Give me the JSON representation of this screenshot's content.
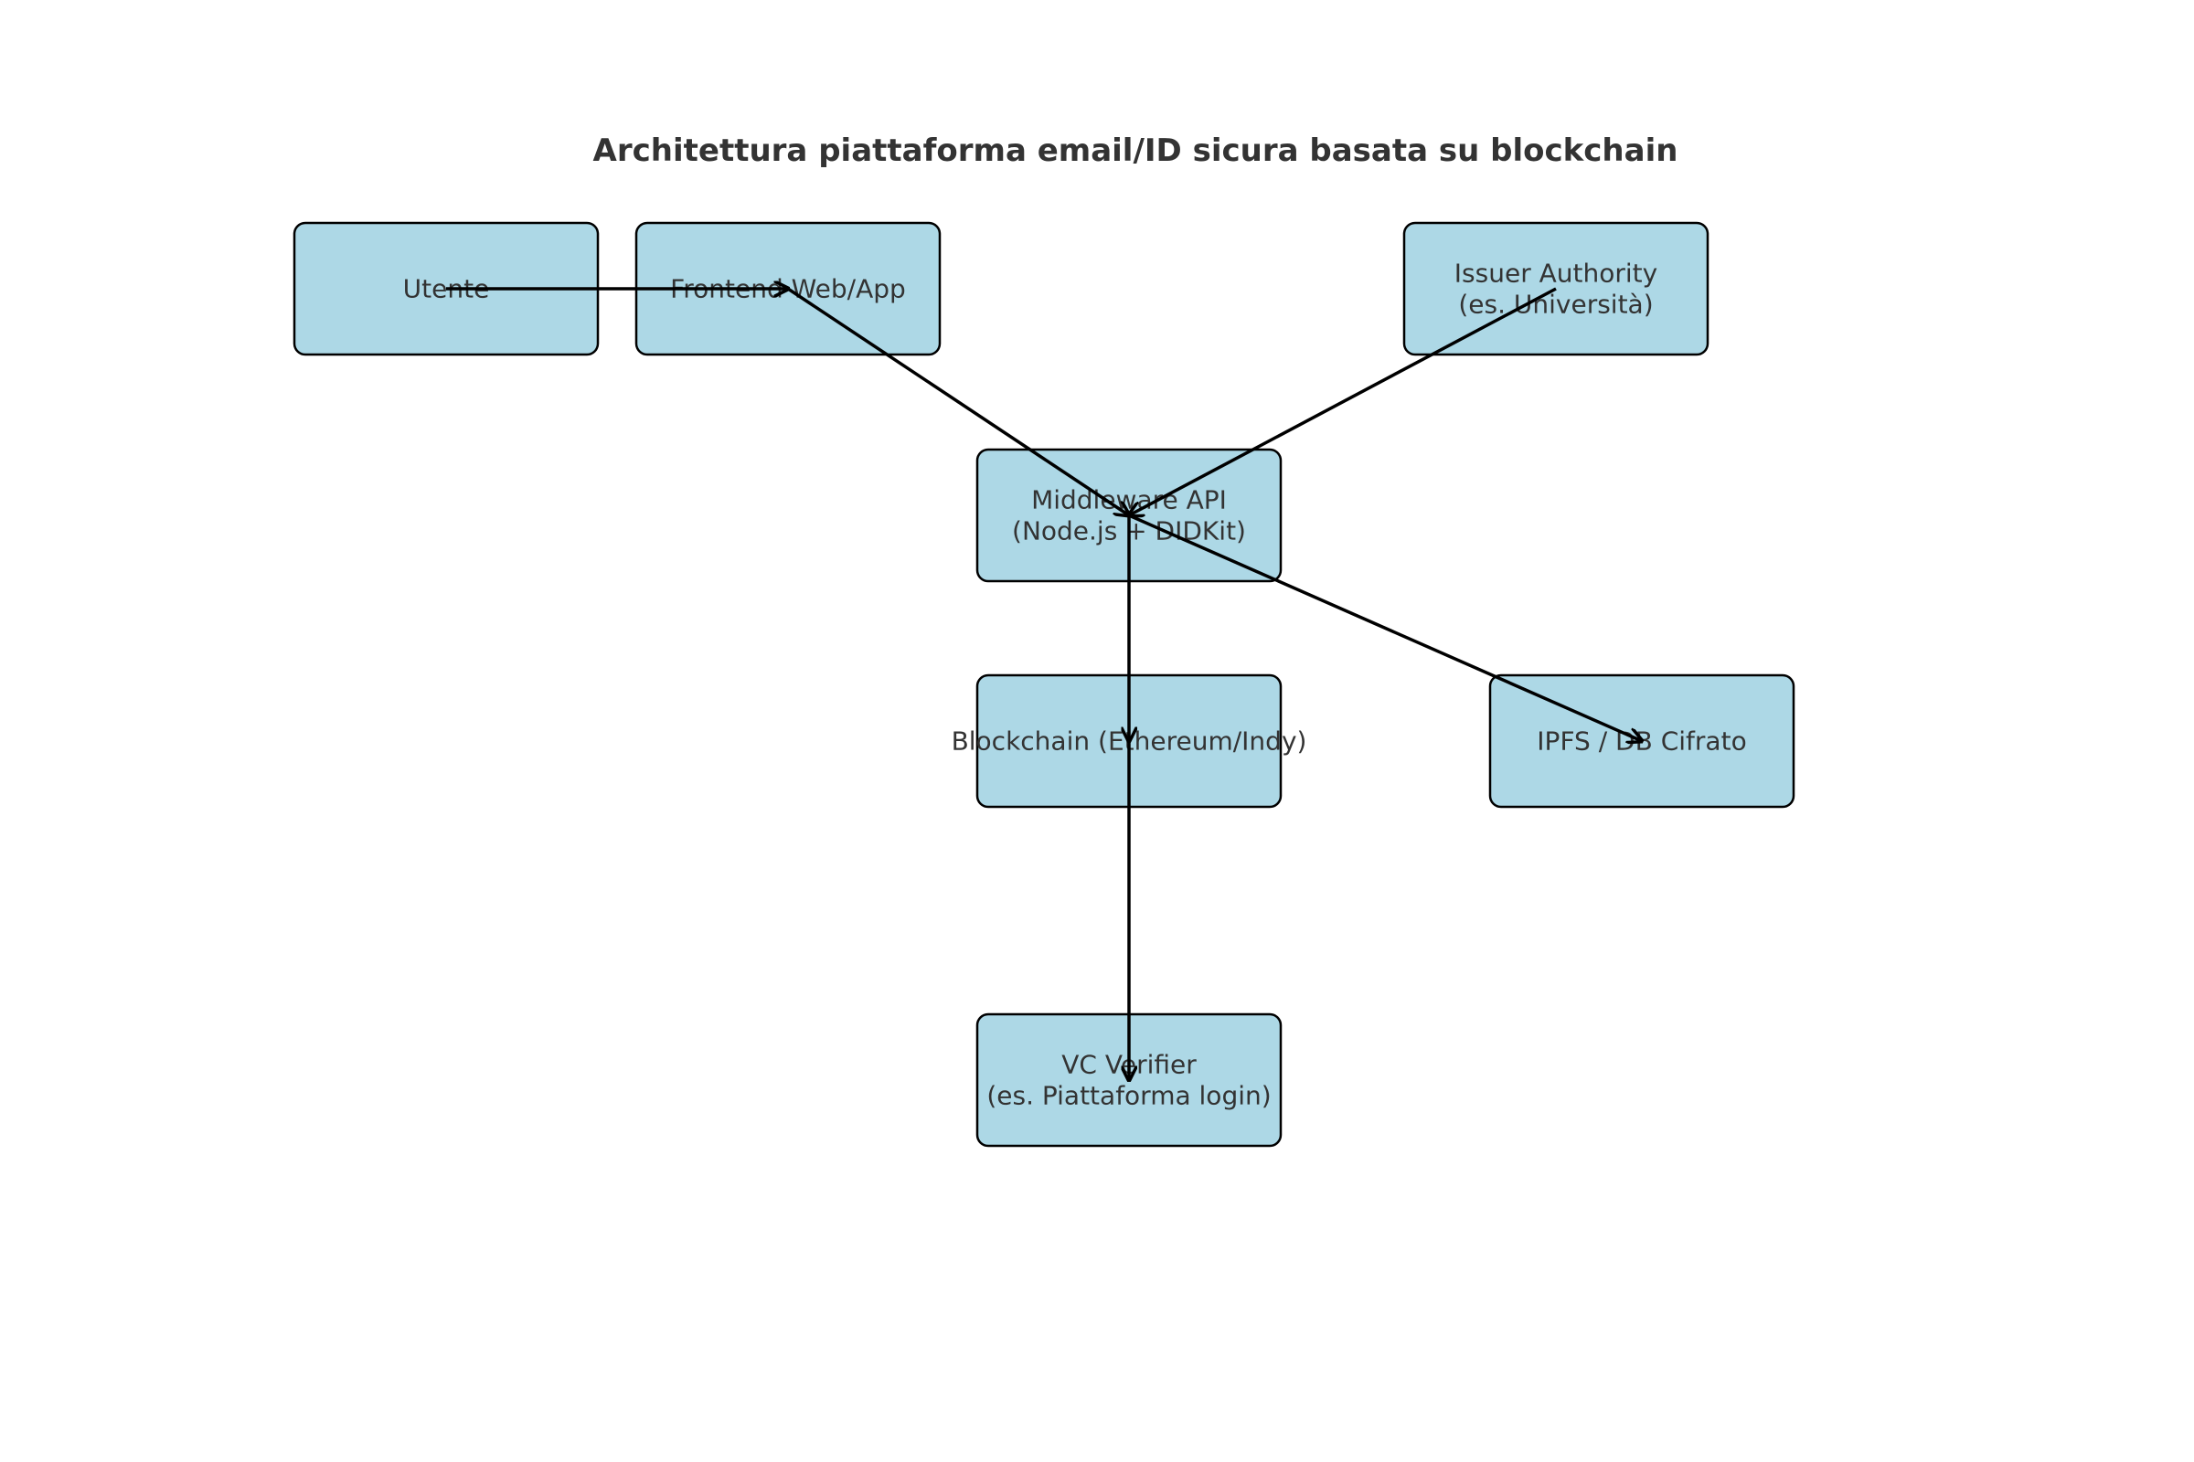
{
  "title": "Architettura piattaforma email/ID sicura basata su blockchain",
  "colors": {
    "node_fill": "#add8e6",
    "node_border": "#000000",
    "text": "#333333",
    "arrow": "#000000"
  },
  "nodes": [
    {
      "id": "utente",
      "lines": [
        "Utente"
      ]
    },
    {
      "id": "frontend",
      "lines": [
        "Frontend Web/App"
      ]
    },
    {
      "id": "issuer",
      "lines": [
        "Issuer Authority",
        "(es. Università)"
      ]
    },
    {
      "id": "middleware",
      "lines": [
        "Middleware API",
        "(Node.js + DIDKit)"
      ]
    },
    {
      "id": "blockchain",
      "lines": [
        "Blockchain (Ethereum/Indy)"
      ]
    },
    {
      "id": "ipfs",
      "lines": [
        "IPFS / DB Cifrato"
      ]
    },
    {
      "id": "verifier",
      "lines": [
        "VC Verifier",
        "(es. Piattaforma login)"
      ]
    }
  ],
  "edges": [
    {
      "from": "utente",
      "to": "frontend"
    },
    {
      "from": "frontend",
      "to": "middleware"
    },
    {
      "from": "issuer",
      "to": "middleware"
    },
    {
      "from": "middleware",
      "to": "blockchain"
    },
    {
      "from": "middleware",
      "to": "ipfs"
    },
    {
      "from": "blockchain",
      "to": "verifier"
    }
  ]
}
